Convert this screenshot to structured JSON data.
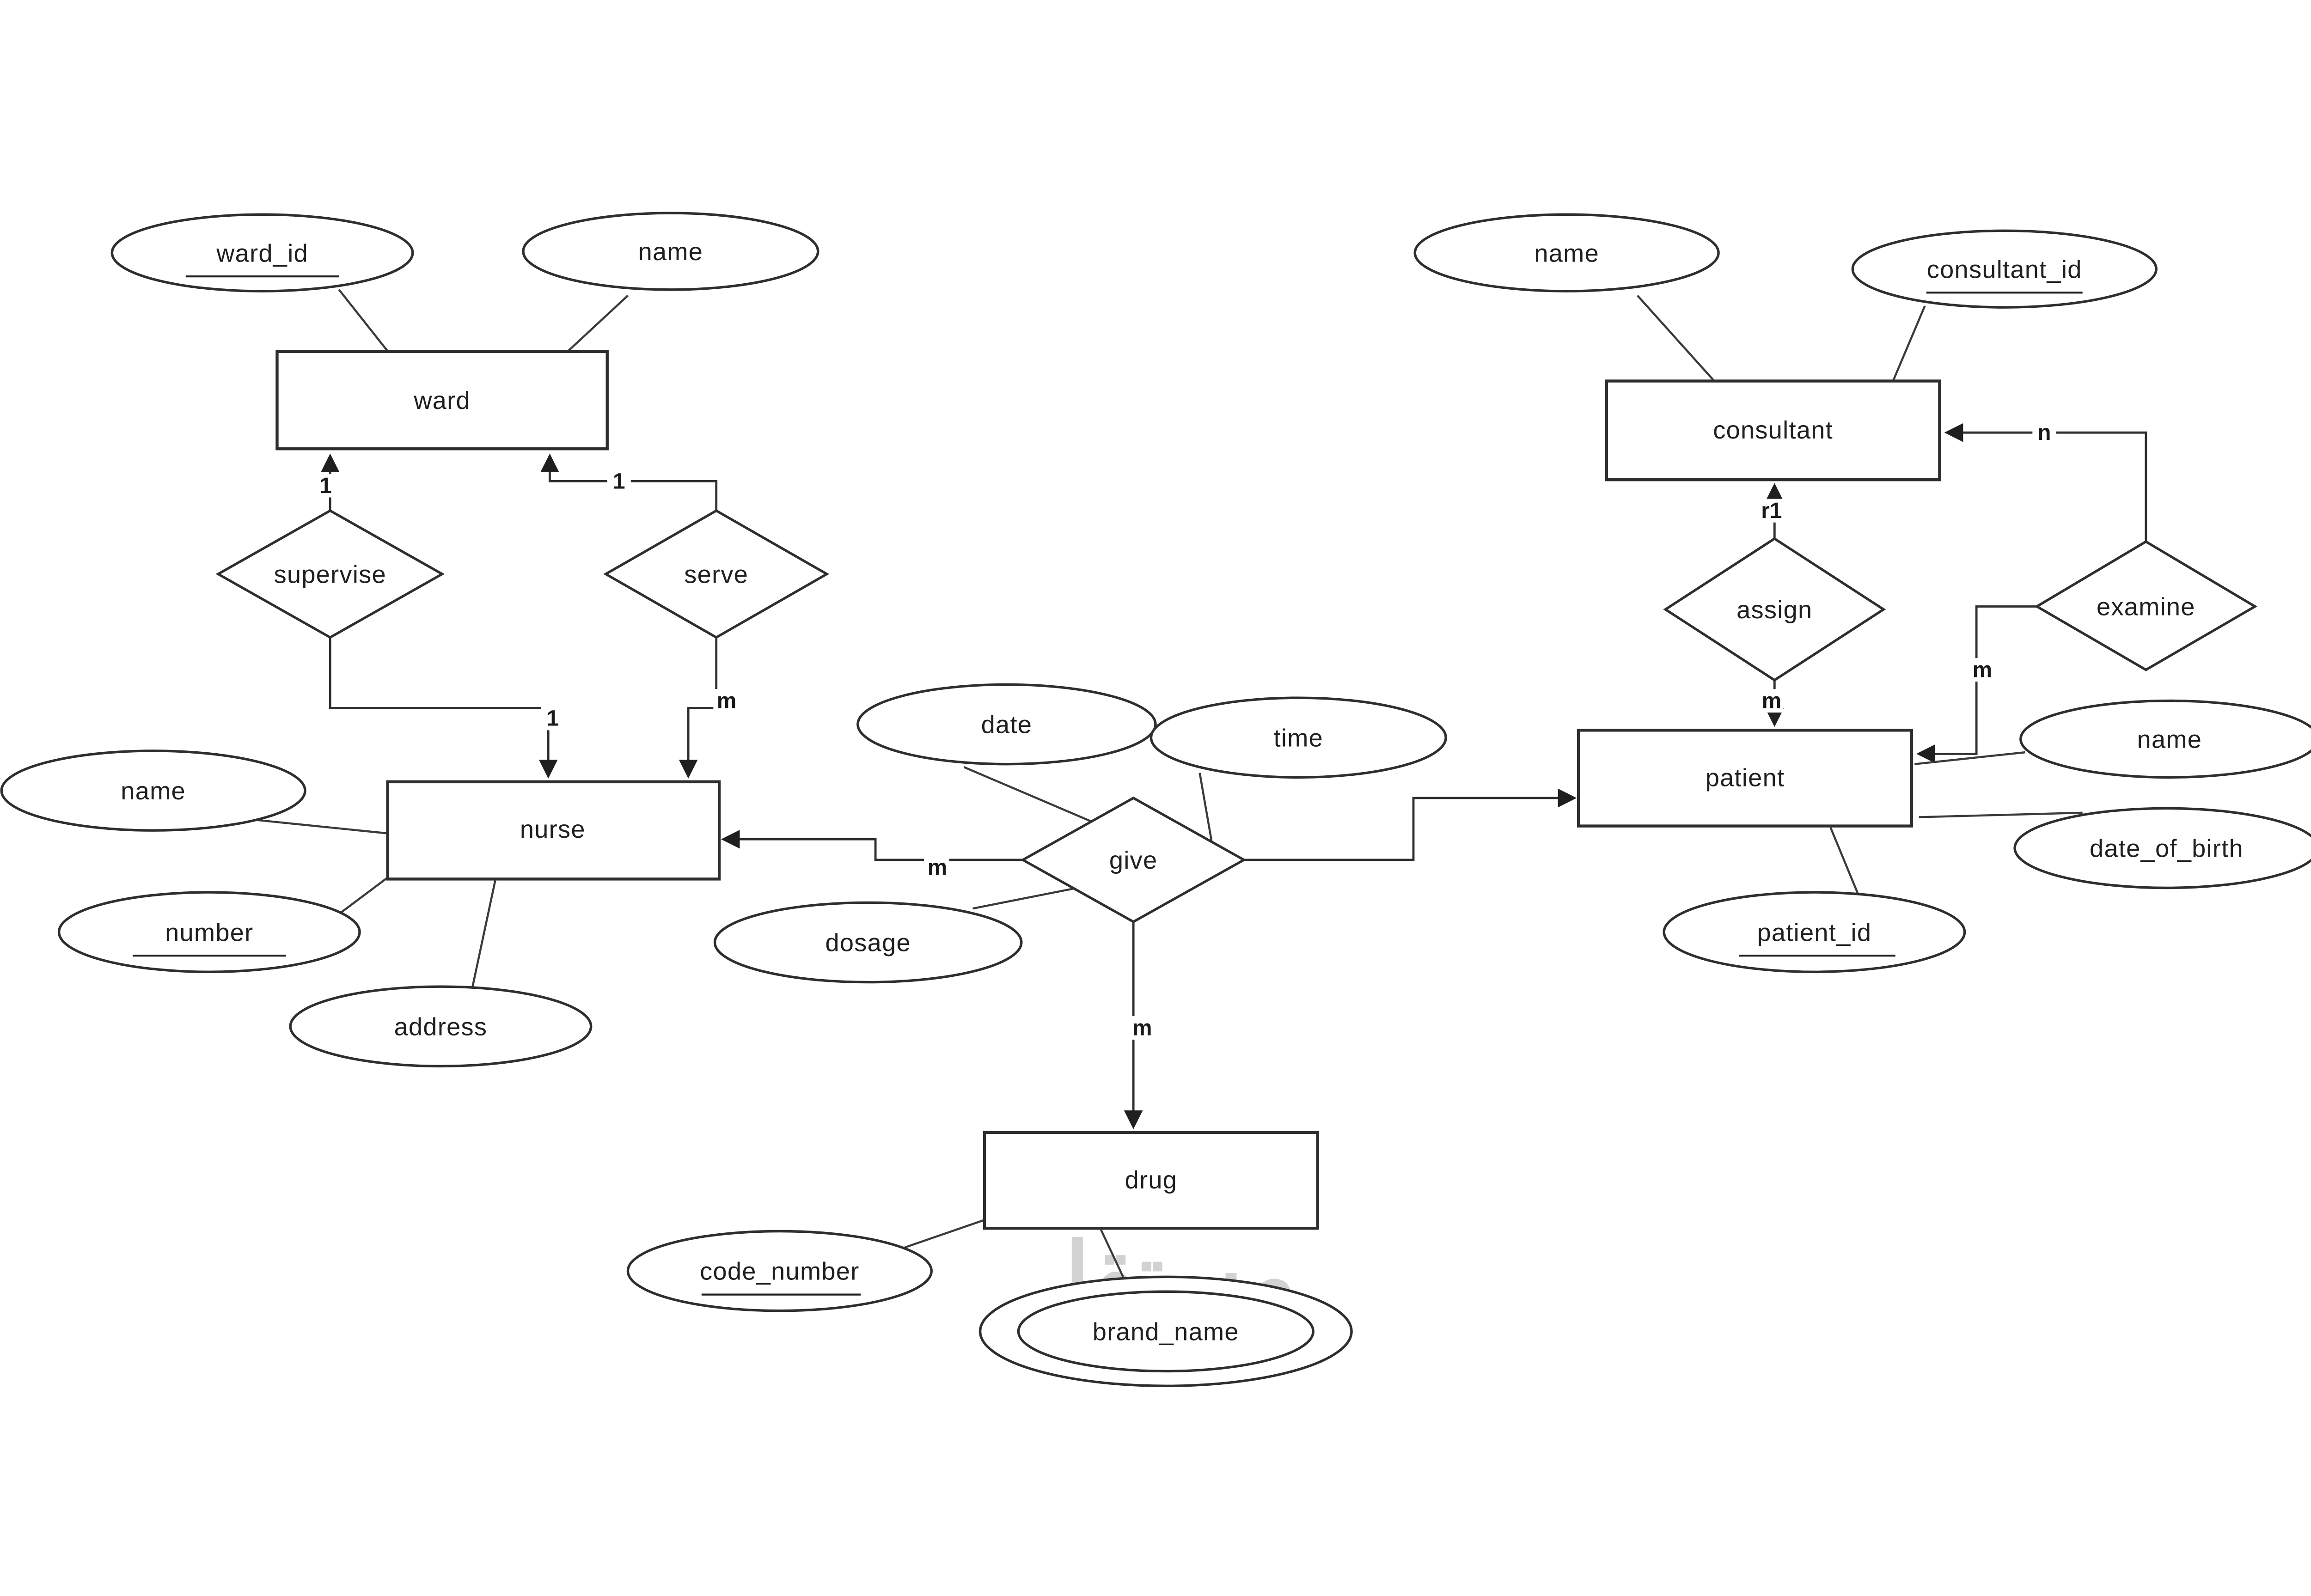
{
  "watermark": {
    "arabic": "مستقل",
    "latin": "mostaql.com"
  },
  "entities": {
    "ward": {
      "label": "ward"
    },
    "nurse": {
      "label": "nurse"
    },
    "consultant": {
      "label": "consultant"
    },
    "patient": {
      "label": "patient"
    },
    "drug": {
      "label": "drug"
    }
  },
  "relationships": {
    "supervise": {
      "label": "supervise"
    },
    "serve": {
      "label": "serve"
    },
    "give": {
      "label": "give"
    },
    "assign": {
      "label": "assign"
    },
    "examine": {
      "label": "examine"
    }
  },
  "attributes": {
    "ward_id": {
      "label": "ward_id",
      "key": true,
      "owner": "ward"
    },
    "ward_name": {
      "label": "name",
      "owner": "ward"
    },
    "nurse_name": {
      "label": "name",
      "owner": "nurse"
    },
    "nurse_number": {
      "label": "number",
      "key": true,
      "owner": "nurse"
    },
    "nurse_address": {
      "label": "address",
      "owner": "nurse"
    },
    "give_date": {
      "label": "date",
      "owner": "give"
    },
    "give_time": {
      "label": "time",
      "owner": "give"
    },
    "give_dosage": {
      "label": "dosage",
      "owner": "give"
    },
    "consultant_name": {
      "label": "name",
      "owner": "consultant"
    },
    "consultant_id": {
      "label": "consultant_id",
      "key": true,
      "owner": "consultant"
    },
    "patient_name": {
      "label": "name",
      "owner": "patient"
    },
    "patient_date_of_birth": {
      "label": "date_of_birth",
      "owner": "patient"
    },
    "patient_id": {
      "label": "patient_id",
      "key": true,
      "owner": "patient"
    },
    "drug_code_number": {
      "label": "code_number",
      "key": true,
      "owner": "drug"
    },
    "drug_brand_name": {
      "label": "brand_name",
      "multivalued": true,
      "owner": "drug"
    }
  },
  "cardinalities": {
    "supervise_ward": "1",
    "serve_ward": "1",
    "supervise_nurse": "1",
    "serve_nurse": "m",
    "give_nurse": "m",
    "give_drug": "m",
    "assign_consultant": "r1",
    "assign_patient": "m",
    "examine_consultant": "n",
    "examine_patient": "m"
  },
  "colors": {
    "stroke": "#2e2e2e",
    "text": "#1f1f1f",
    "watermark": "#d2d2d2",
    "background": "#ffffff"
  }
}
